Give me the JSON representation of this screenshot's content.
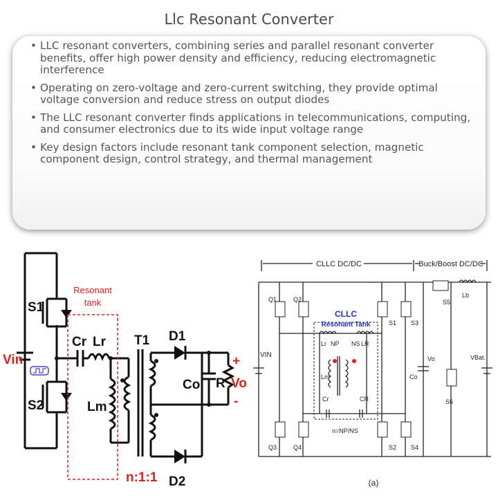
{
  "title": "Llc Resonant Converter",
  "bullets": [
    "LLC resonant converters, combining series and parallel resonant converter benefits, offer high power density and efficiency, reducing electromagnetic interference",
    "Operating on zero-voltage and zero-current switching, they provide optimal voltage conversion and reduce stress on output diodes",
    "The LLC resonant converter finds applications in telecommunications, computing, and consumer electronics due to its wide input voltage range",
    "Key design factors include resonant tank component selection, magnetic component design, control strategy, and thermal management"
  ],
  "left_diagram": {
    "resonant_tank_label": [
      "Resonant",
      "tank"
    ],
    "vin": "Vin",
    "s1": "S1",
    "s2": "S2",
    "cr": "Cr",
    "lr": "Lr",
    "lm": "Lm",
    "t1": "T1",
    "d1": "D1",
    "d2": "D2",
    "co": "Co",
    "r": "R",
    "vo": "Vo",
    "plus": "+",
    "minus": "-",
    "ratio": "n:1:1",
    "colors": {
      "red": "#e0201a",
      "line": "#111111",
      "dash": "#e0201a"
    }
  },
  "right_diagram": {
    "cllc_label": "CLLC DC/DC",
    "buckboost_label": "Buck/Boost DC/DC",
    "tank_title": [
      "CLLC",
      "Resonant Tank"
    ],
    "vin": "VIN",
    "q1": "Q1",
    "q2": "Q2",
    "q3": "Q3",
    "q4": "Q4",
    "s1": "S1",
    "s2": "S2",
    "s3": "S3",
    "s4": "S4",
    "s5": "S5",
    "s6": "S6",
    "lr_left": "Lr",
    "np": "NP",
    "ns": "NS",
    "lr_right": "LR",
    "lm": "Lm",
    "cr_left": "Cr",
    "cr_right": "CR",
    "ratio": "n=NP/NS",
    "co": "Co",
    "vo": "Vo",
    "lb": "Lb",
    "vbat": "VBat.",
    "caption": "(a)",
    "colors": {
      "tank_title": "#2233cc",
      "dot": "#e0201a",
      "line": "#222222"
    }
  }
}
